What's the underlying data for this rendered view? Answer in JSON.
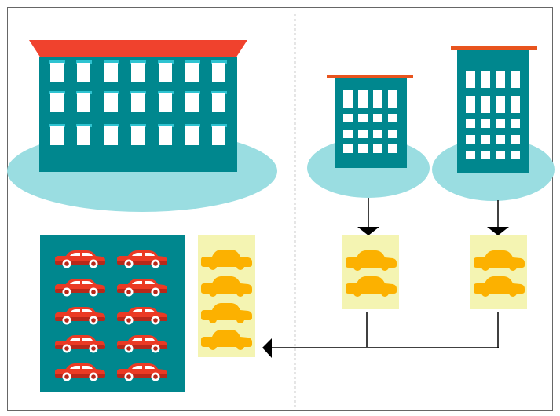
{
  "colors": {
    "teal": "#00878e",
    "teal_dark": "#006f74",
    "light_teal": "#9adde1",
    "roof_red": "#f0422d",
    "roof_orange": "#e8541e",
    "window_white": "#ffffff",
    "window_cyan": "#2fc3d1",
    "yellow_bg": "#f4f4b2",
    "car_yellow": "#fcb100",
    "car_red": "#eb3a24",
    "car_red_dark": "#b7281a",
    "line": "#000000",
    "frame": "#666666"
  },
  "icons": {
    "big_building": "large-apartment-building-icon",
    "small_building": "office-building-icon",
    "red_car": "red-car-icon",
    "yellow_car": "yellow-car-icon",
    "arrow": "arrow-head-icon"
  },
  "scene": {
    "big_parking_cars": 10,
    "shared_parking_cars": 4,
    "left_small_lot_cars": 2,
    "right_small_lot_cars": 2
  }
}
